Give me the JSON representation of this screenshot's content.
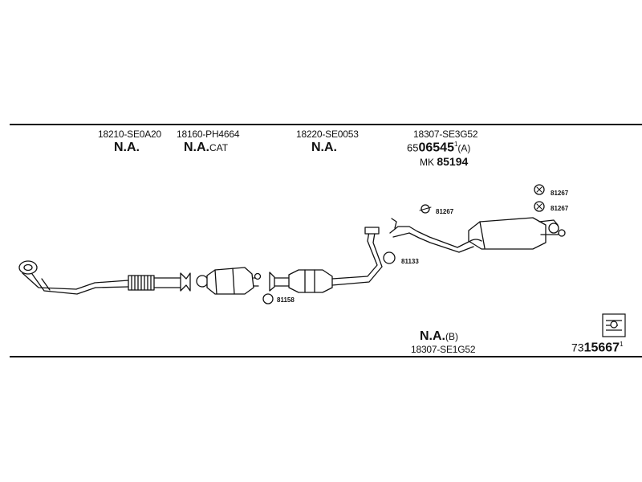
{
  "header_parts": [
    {
      "part_no": "18210-SE0A20",
      "status": "N.A.",
      "suffix": ""
    },
    {
      "part_no": "18160-PH4664",
      "status": "N.A.",
      "suffix": "CAT"
    },
    {
      "part_no": "18220-SE0053",
      "status": "N.A.",
      "suffix": ""
    },
    {
      "part_no": "18307-SE3G52",
      "code_prefix": "65",
      "code_main": "06545",
      "code_sup": "1",
      "code_suffix": "(A)",
      "mk_prefix": "MK",
      "mk_no": "85194"
    }
  ],
  "bottom_part": {
    "status": "N.A.",
    "suffix": "(B)",
    "part_no": "18307-SE1G52"
  },
  "refs": {
    "r81158": "81158",
    "r81133": "81133",
    "r81267a": "81267",
    "r81267b": "81267",
    "r81267c": "81267"
  },
  "diagram_no": {
    "prefix": "73",
    "main": "15667",
    "sup": "1"
  },
  "icons": {
    "catalog": "catalog-book-icon"
  }
}
